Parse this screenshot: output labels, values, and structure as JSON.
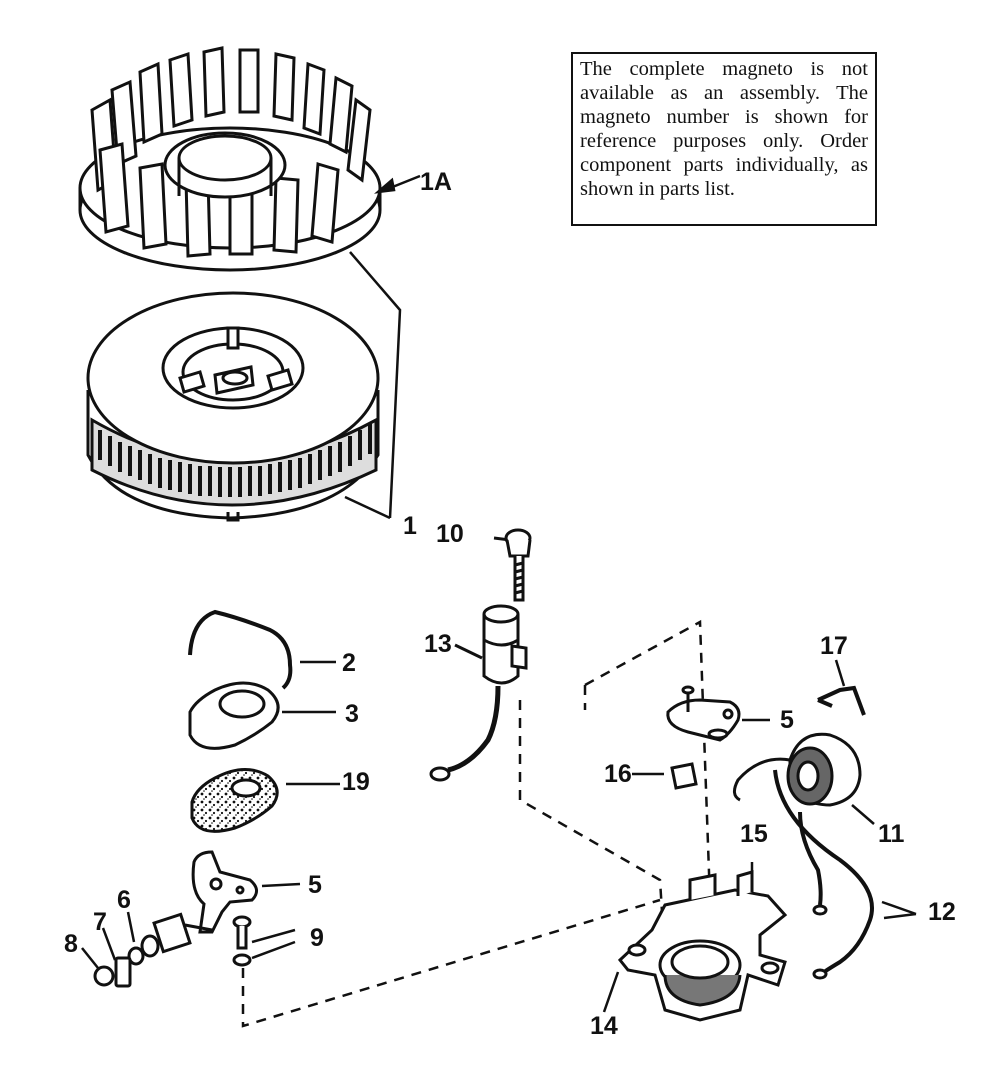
{
  "note": {
    "text": "The complete magneto is not available as an assembly. The magneto number is shown for reference purposes only. Order component parts individually, as shown in parts list."
  },
  "callouts": {
    "c1A": "1A",
    "c1": "1",
    "c2": "2",
    "c3": "3",
    "c5a": "5",
    "c5b": "5",
    "c6": "6",
    "c7": "7",
    "c8": "8",
    "c9": "9",
    "c10": "10",
    "c11": "11",
    "c12": "12",
    "c13": "13",
    "c14": "14",
    "c15": "15",
    "c16": "16",
    "c17": "17",
    "c19": "19"
  },
  "colors": {
    "ink": "#111111",
    "paper": "#ffffff",
    "shade": "#555555"
  }
}
